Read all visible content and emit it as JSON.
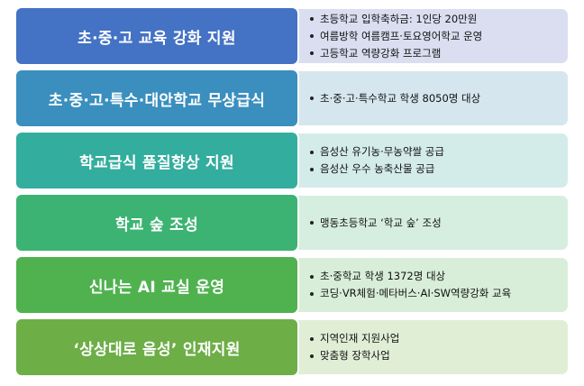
{
  "rows": [
    {
      "title": "초·중·고 교육 강화 지원",
      "color": "#4472C4",
      "desc_color": "#DADEF0",
      "items": [
        "초등학교 입학축하금: 1인당 20만원",
        "여름방학 여름캠프·토요영어학교 운영",
        "고등학교 역량강화 프로그램"
      ]
    },
    {
      "title": "초·중·고·특수·대안학교 무상급식",
      "color": "#3A8FBE",
      "desc_color": "#D6E6EE",
      "items": [
        "초·중·고·특수학교 학생 8050명 대상"
      ]
    },
    {
      "title": "학교급식 품질향상 지원",
      "color": "#33AD9E",
      "desc_color": "#D4ECE9",
      "items": [
        "음성산 유기농·무농약쌀 공급",
        "음성산 우수 농축산물 공급"
      ]
    },
    {
      "title": "학교 숲 조성",
      "color": "#3CB372",
      "desc_color": "#D6EEDF",
      "items": [
        "맹동초등학교 ‘학교 숲’ 조성"
      ]
    },
    {
      "title": "신나는 AI 교실 운영",
      "color": "#4FB24F",
      "desc_color": "#D9EED8",
      "items": [
        "초·중학교 학생 1372명 대상",
        "코딩·VR체험·메타버스·AI·SW역량강화 교육"
      ]
    },
    {
      "title": "‘상상대로 음성’ 인재지원",
      "color": "#6DAE47",
      "desc_color": "#E0EED6",
      "items": [
        "지역인재 지원사업",
        "맞춤형 장학사업"
      ]
    }
  ]
}
